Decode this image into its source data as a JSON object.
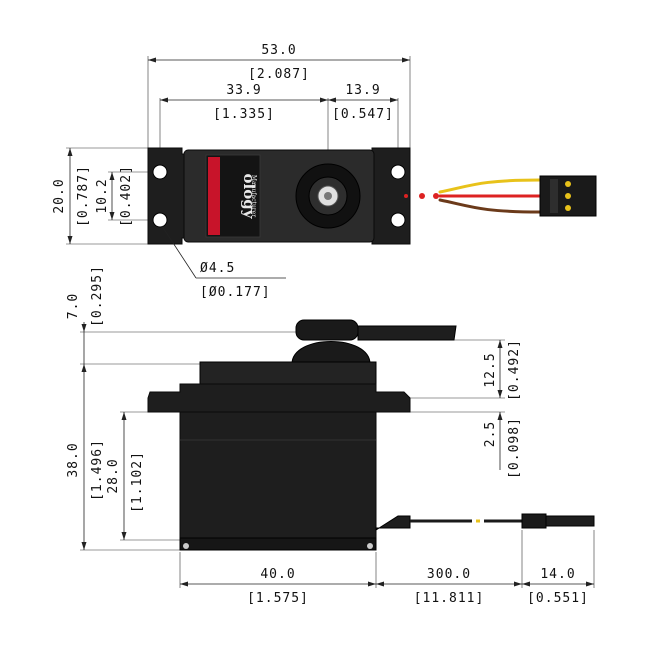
{
  "dimensions": {
    "width_total": {
      "mm": "53.0",
      "inch": "[2.087]"
    },
    "horn_offset": {
      "mm": "33.9",
      "inch": "[1.335]"
    },
    "horn_to_edge": {
      "mm": "13.9",
      "inch": "[0.547]"
    },
    "body_height": {
      "mm": "20.0",
      "inch": "[0.787]"
    },
    "hole_spacing": {
      "mm": "10.2",
      "inch": "[0.402]"
    },
    "hole_diameter": {
      "mm": "Ø4.5",
      "inch": "[Ø0.177]"
    },
    "horn_height": {
      "mm": "7.0",
      "inch": "[0.295]"
    },
    "top_to_flange": {
      "mm": "12.5",
      "inch": "[0.492]"
    },
    "flange_thickness": {
      "mm": "2.5",
      "inch": "[0.098]"
    },
    "overall_height": {
      "mm": "38.0",
      "inch": "[1.496]"
    },
    "below_flange": {
      "mm": "28.0",
      "inch": "[1.102]"
    },
    "body_length": {
      "mm": "40.0",
      "inch": "[1.575]"
    },
    "wire_length": {
      "mm": "300.0",
      "inch": "[11.811]"
    },
    "connector_length": {
      "mm": "14.0",
      "inch": "[0.551]"
    }
  },
  "label": {
    "brand_line": "ology",
    "sub_line": "Manufacturer"
  },
  "colors": {
    "body": "#1e1e1e",
    "label_red": "#c8142a",
    "wire_red": "#dd2222",
    "wire_yellow": "#e8c21a",
    "wire_brown": "#6b3a1a"
  }
}
